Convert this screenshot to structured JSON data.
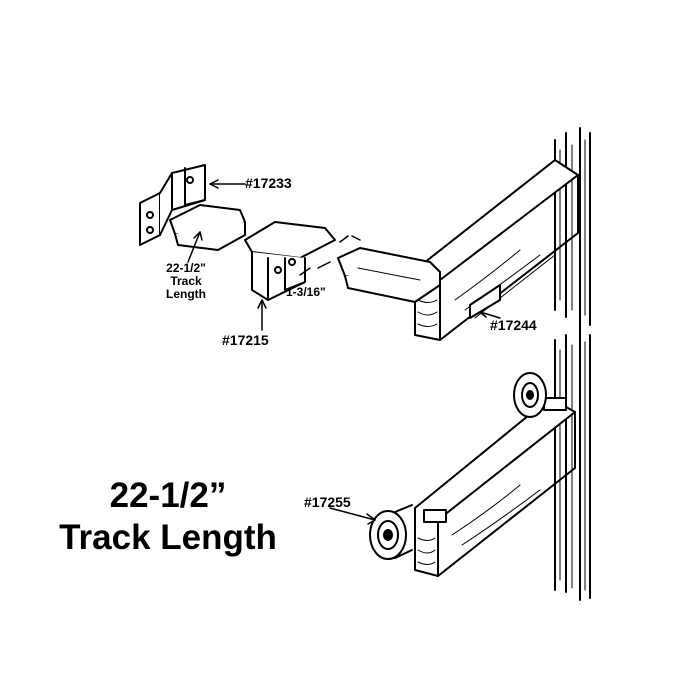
{
  "labels": {
    "part_17233": "#17233",
    "part_17215": "#17215",
    "part_17244": "#17244",
    "part_17255": "#17255",
    "gap_dimension": "1-3/16\"",
    "track_length_small": [
      "22-1/2\"",
      "Track",
      "Length"
    ]
  },
  "heading": {
    "line1": "22-1/2”",
    "line2": "Track Length"
  },
  "colors": {
    "line": "#000000",
    "background": "#ffffff"
  }
}
